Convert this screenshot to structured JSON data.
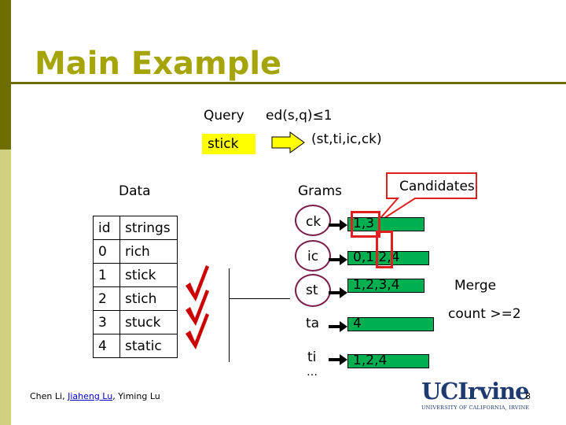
{
  "slide": {
    "title": "Main Example",
    "query_label": "Query",
    "query_condition": "ed(s,q)≤1",
    "query_string": "stick",
    "query_grams": "(st,ti,ic,ck)",
    "data_header": "Data",
    "grams_header": "Grams",
    "candidates_label": "Candidates",
    "merge_label": "Merge",
    "count_label": "count >=2",
    "ellipsis": "…",
    "table": {
      "headers": [
        "id",
        "strings"
      ],
      "rows": [
        {
          "id": "0",
          "string": "rich"
        },
        {
          "id": "1",
          "string": "stick"
        },
        {
          "id": "2",
          "string": "stich"
        },
        {
          "id": "3",
          "string": "stuck"
        },
        {
          "id": "4",
          "string": "static"
        }
      ]
    },
    "grams": [
      {
        "gram": "ck",
        "list": "1,3"
      },
      {
        "gram": "ic",
        "list": "0,1,2,4"
      },
      {
        "gram": "st",
        "list": "1,2,3,4"
      },
      {
        "gram": "ta",
        "list": "4"
      },
      {
        "gram": "ti",
        "list": "1,2,4"
      }
    ],
    "footer": {
      "author1": "Chen Li, ",
      "author2": "Jiaheng Lu",
      "author3": ", Yiming Lu"
    },
    "page_number": "8",
    "logo": {
      "main": "UCIrvine",
      "sub": "UNIVERSITY OF CALIFORNIA, IRVINE"
    },
    "colors": {
      "title": "#a5a50a",
      "sidebar_dark": "#6e6e00",
      "sidebar_light": "#cfd080",
      "highlight": "#ffff00",
      "bar": "#00b050",
      "check": "#cc0000",
      "red_box": "#e02020"
    }
  }
}
